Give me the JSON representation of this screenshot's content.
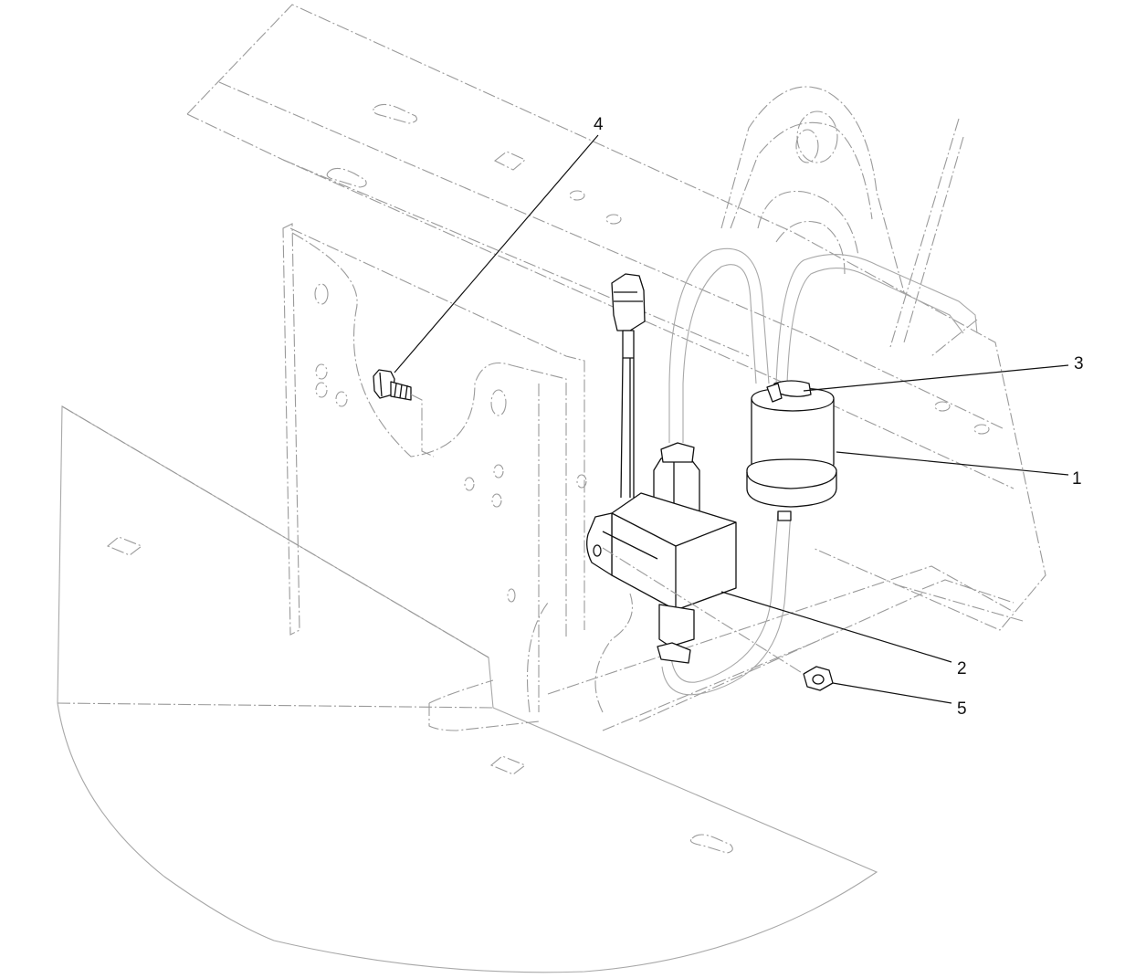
{
  "callouts": [
    {
      "id": "1",
      "text": "1"
    },
    {
      "id": "2",
      "text": "2"
    },
    {
      "id": "3",
      "text": "3"
    },
    {
      "id": "4",
      "text": "4"
    },
    {
      "id": "5",
      "text": "5"
    }
  ],
  "parts": {
    "1": "fuel-filter",
    "2": "fuel-pump",
    "3": "hose-clamp",
    "4": "bolt",
    "5": "flange-nut"
  }
}
